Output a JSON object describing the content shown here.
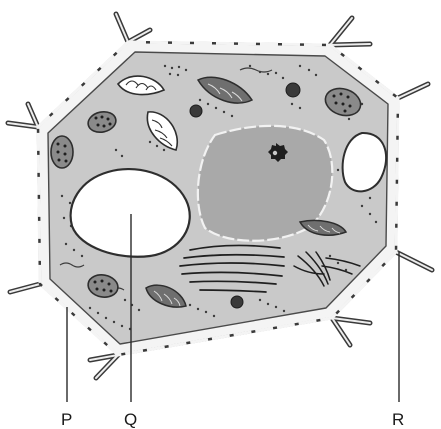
{
  "labels": {
    "p": "P",
    "q": "Q",
    "r": "R"
  },
  "colors": {
    "background": "#ffffff",
    "cytoplasm": "#c9c9c9",
    "nucleus": "#a9a9a9",
    "wall_outline": "#3a3a3a",
    "vacuole": "#ffffff"
  }
}
